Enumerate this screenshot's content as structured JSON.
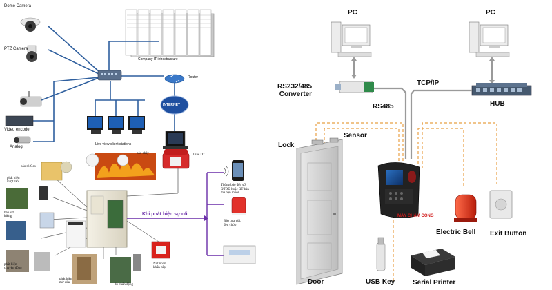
{
  "left_diagram": {
    "labels": {
      "dome_camera": "Dome Camera",
      "ptz_camera": "PTZ Camera",
      "company_it": "Company IT infrastructure",
      "router": "Router",
      "internet": "INTERNET",
      "video_encoder": "Video encoder",
      "analog": "Analog",
      "live_view": "Live view client stations",
      "bao_chay": "báo cháy",
      "line_dt": "Line DT",
      "bao_ro_gas": "báo rò Gas",
      "phat_hien_vuot_rao": "phát hiện\nvượt rào",
      "bao_vo_kieng": "báo vỡ\nkiếng",
      "phat_hien_chuyen_dong": "phát hiện\nchuyển động",
      "phat_hien_mo_cua": "phát hiện\nmở cửa",
      "do_chan_dong": "dò chấn động",
      "nut_nhan_khan_cap": "Nút nhấn\nkhẩn cấp",
      "khi_phat_hien_su_co": "Khi phát hiện sự cố",
      "thong_bao_sms": "Thông báo đến số\nĐTDĐ hoặc ĐT bàn\nmà bạn muốn",
      "bao_qua_coi": "Báo qua còi,\nđèn chớp"
    },
    "colors": {
      "purple_line": "#6a2da8",
      "network_line": "#2f5f9e"
    }
  },
  "right_diagram": {
    "labels": {
      "pc_left": "PC",
      "pc_right": "PC",
      "rs232_converter": "RS232/485\nConverter",
      "tcp_ip": "TCP/IP",
      "rs485": "RS485",
      "hub": "HUB",
      "lock": "Lock",
      "sensor": "Sensor",
      "may_cham_cong": "MÁY CHẤM CÔNG",
      "electric_bell": "Electric Bell",
      "exit_button": "Exit Button",
      "door": "Door",
      "usb_key": "USB Key",
      "serial_printer": "Serial Printer"
    },
    "colors": {
      "dashed_orange": "#e8a045",
      "red_label": "#d11a1a"
    }
  }
}
